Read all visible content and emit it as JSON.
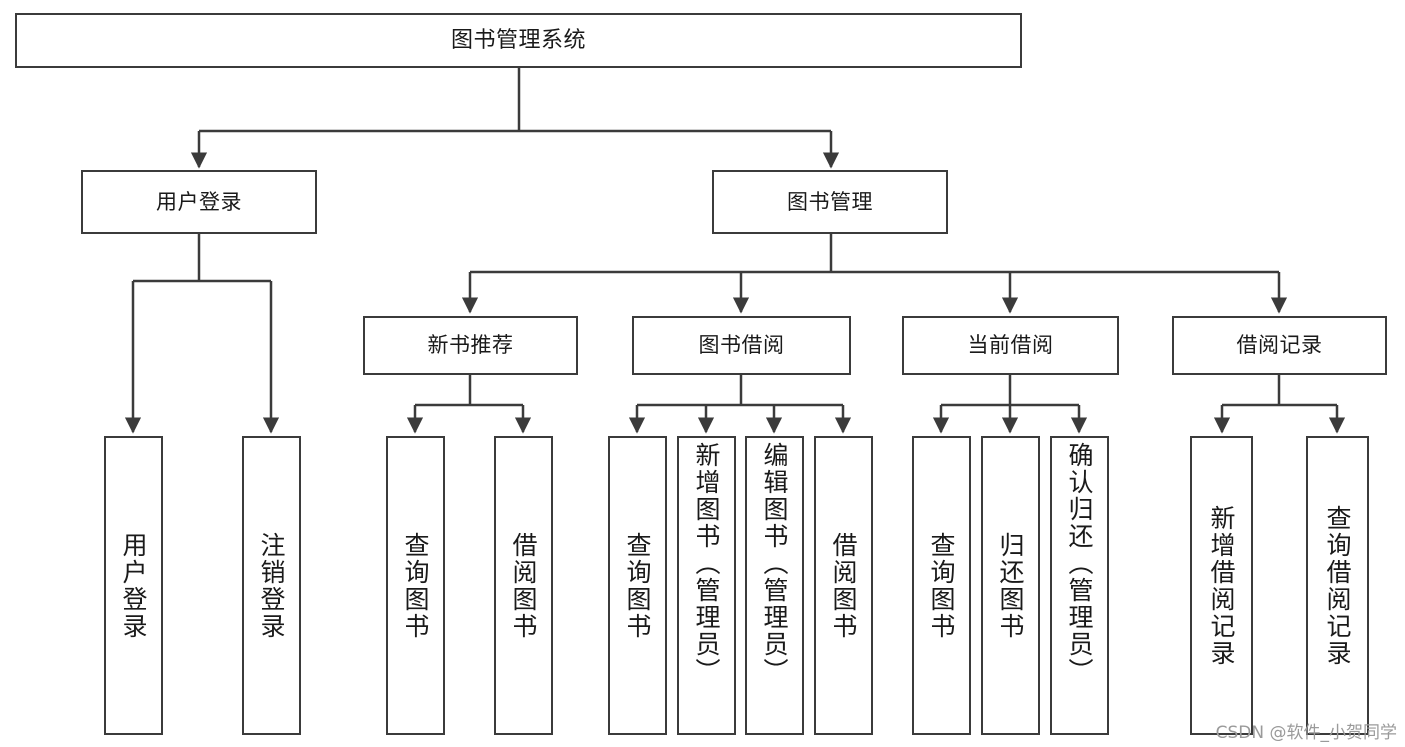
{
  "diagram": {
    "type": "tree",
    "title": "图书管理系统",
    "orientation": "top-down",
    "colors": {
      "background": "#ffffff",
      "node_border": "#3b3b3b",
      "node_fill": "#ffffff",
      "edge": "#3b3b3b",
      "text": "#1a1a1a",
      "watermark": "#9a9a9a"
    }
  },
  "nodes": {
    "root": {
      "label": "图书管理系统"
    },
    "level2": [
      {
        "id": "user-login",
        "label": "用户登录"
      },
      {
        "id": "book-manage",
        "label": "图书管理"
      }
    ],
    "level3": [
      {
        "id": "new-book-rec",
        "label": "新书推荐"
      },
      {
        "id": "book-borrow",
        "label": "图书借阅"
      },
      {
        "id": "current-borrow",
        "label": "当前借阅"
      },
      {
        "id": "borrow-record",
        "label": "借阅记录"
      }
    ],
    "leaves": [
      {
        "id": "leaf-user-login",
        "label": "用户登录",
        "parent": "user-login"
      },
      {
        "id": "leaf-user-logout",
        "label": "注销登录",
        "parent": "user-login"
      },
      {
        "id": "leaf-query-book-1",
        "label": "查询图书",
        "parent": "new-book-rec"
      },
      {
        "id": "leaf-borrow-book-1",
        "label": "借阅图书",
        "parent": "new-book-rec"
      },
      {
        "id": "leaf-query-book-2",
        "label": "查询图书",
        "parent": "book-borrow"
      },
      {
        "id": "leaf-add-book",
        "label": "新增图书（管理员）",
        "parent": "book-borrow"
      },
      {
        "id": "leaf-edit-book",
        "label": "编辑图书（管理员）",
        "parent": "book-borrow"
      },
      {
        "id": "leaf-borrow-book-2",
        "label": "借阅图书",
        "parent": "book-borrow"
      },
      {
        "id": "leaf-query-book-3",
        "label": "查询图书",
        "parent": "current-borrow"
      },
      {
        "id": "leaf-return-book",
        "label": "归还图书",
        "parent": "current-borrow"
      },
      {
        "id": "leaf-confirm-return",
        "label": "确认归还（管理员）",
        "parent": "current-borrow"
      },
      {
        "id": "leaf-add-record",
        "label": "新增借阅记录",
        "parent": "borrow-record"
      },
      {
        "id": "leaf-query-record",
        "label": "查询借阅记录",
        "parent": "borrow-record"
      }
    ]
  },
  "watermark": {
    "text": "CSDN @软件_小贺同学"
  }
}
